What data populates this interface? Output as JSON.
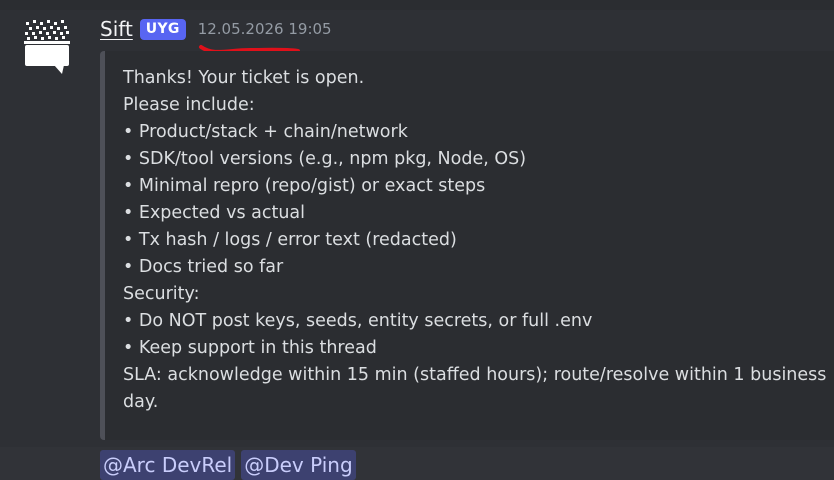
{
  "message": {
    "author": "Sift",
    "tag": "UYG",
    "timestamp": "12.05.2026 19:05",
    "lines": [
      "Thanks! Your ticket is open.",
      "Please include:",
      "• Product/stack + chain/network",
      "• SDK/tool versions (e.g., npm pkg, Node, OS)",
      "• Minimal repro (repo/gist) or exact steps",
      "• Expected vs actual",
      "• Tx hash / logs / error text (redacted)",
      "• Docs tried so far",
      "Security:",
      "• Do NOT post keys, seeds, entity secrets, or full .env",
      "• Keep support in this thread",
      "SLA: acknowledge within 15 min (staffed hours); route/resolve within 1 business",
      "day."
    ]
  },
  "mentions": [
    "@Arc DevRel",
    "@Dev Ping"
  ],
  "colors": {
    "background": "#313338",
    "message_hover": "#2e3035",
    "embed_bg": "#2b2d31",
    "tag_bg": "#5865f2",
    "mention_text": "#c9cdfb",
    "annotation_red": "#e0101a"
  },
  "icons": {
    "avatar": "sift-logo-icon"
  }
}
